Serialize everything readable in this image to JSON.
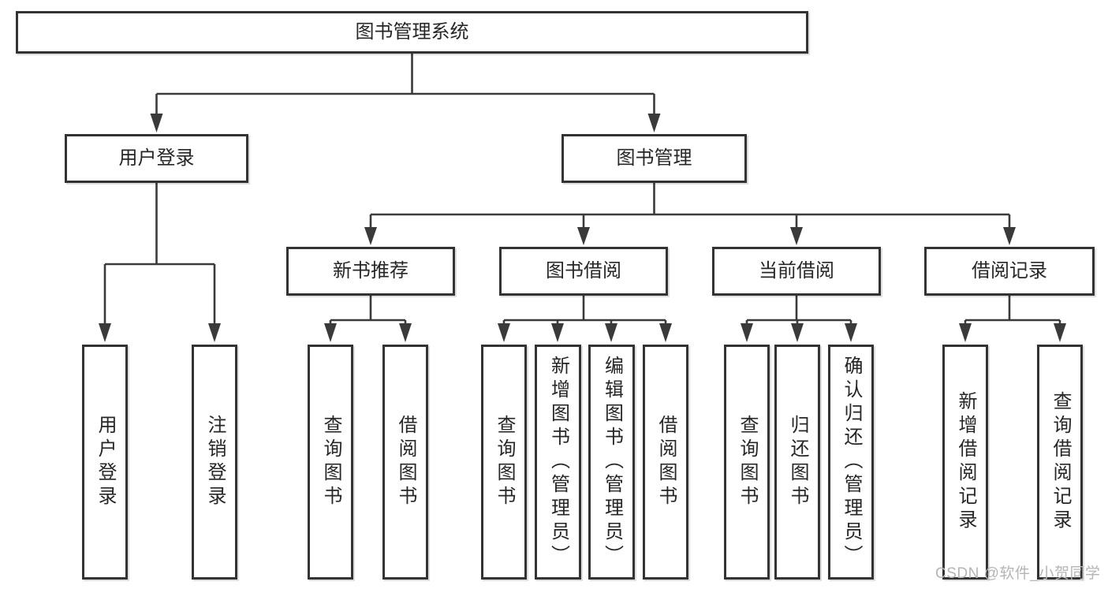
{
  "diagram": {
    "type": "hierarchy-tree",
    "nodes": {
      "root": "图书管理系统",
      "user_login": "用户登录",
      "book_mgmt": "图书管理",
      "new_book_rec": "新书推荐",
      "book_borrow": "图书借阅",
      "current_borrow": "当前借阅",
      "borrow_records": "借阅记录",
      "leaf_login": "用户登录",
      "leaf_logout": "注销登录",
      "nbr_query_book": "查询图书",
      "nbr_borrow_book": "借阅图书",
      "bb_query_book": "查询图书",
      "bb_add_book_admin": "新增图书（管理员）",
      "bb_edit_book_admin": "编辑图书（管理员）",
      "bb_borrow_book": "借阅图书",
      "cb_query_book": "查询图书",
      "cb_return_book": "归还图书",
      "cb_confirm_return_admin": "确认归还（管理员）",
      "br_add_record": "新增借阅记录",
      "br_query_record": "查询借阅记录"
    },
    "edges": [
      [
        "root",
        "user_login"
      ],
      [
        "root",
        "book_mgmt"
      ],
      [
        "user_login",
        "leaf_login"
      ],
      [
        "user_login",
        "leaf_logout"
      ],
      [
        "book_mgmt",
        "new_book_rec"
      ],
      [
        "book_mgmt",
        "book_borrow"
      ],
      [
        "book_mgmt",
        "current_borrow"
      ],
      [
        "book_mgmt",
        "borrow_records"
      ],
      [
        "new_book_rec",
        "nbr_query_book"
      ],
      [
        "new_book_rec",
        "nbr_borrow_book"
      ],
      [
        "book_borrow",
        "bb_query_book"
      ],
      [
        "book_borrow",
        "bb_add_book_admin"
      ],
      [
        "book_borrow",
        "bb_edit_book_admin"
      ],
      [
        "book_borrow",
        "bb_borrow_book"
      ],
      [
        "current_borrow",
        "cb_query_book"
      ],
      [
        "current_borrow",
        "cb_return_book"
      ],
      [
        "current_borrow",
        "cb_confirm_return_admin"
      ],
      [
        "borrow_records",
        "br_add_record"
      ],
      [
        "borrow_records",
        "br_query_record"
      ]
    ],
    "colors": {
      "line": "#3a3a3a",
      "box_border": "#333333",
      "text": "#262626",
      "background": "#ffffff",
      "watermark": "#b5b5b5"
    }
  },
  "watermark": "CSDN @软件_小贺同学"
}
